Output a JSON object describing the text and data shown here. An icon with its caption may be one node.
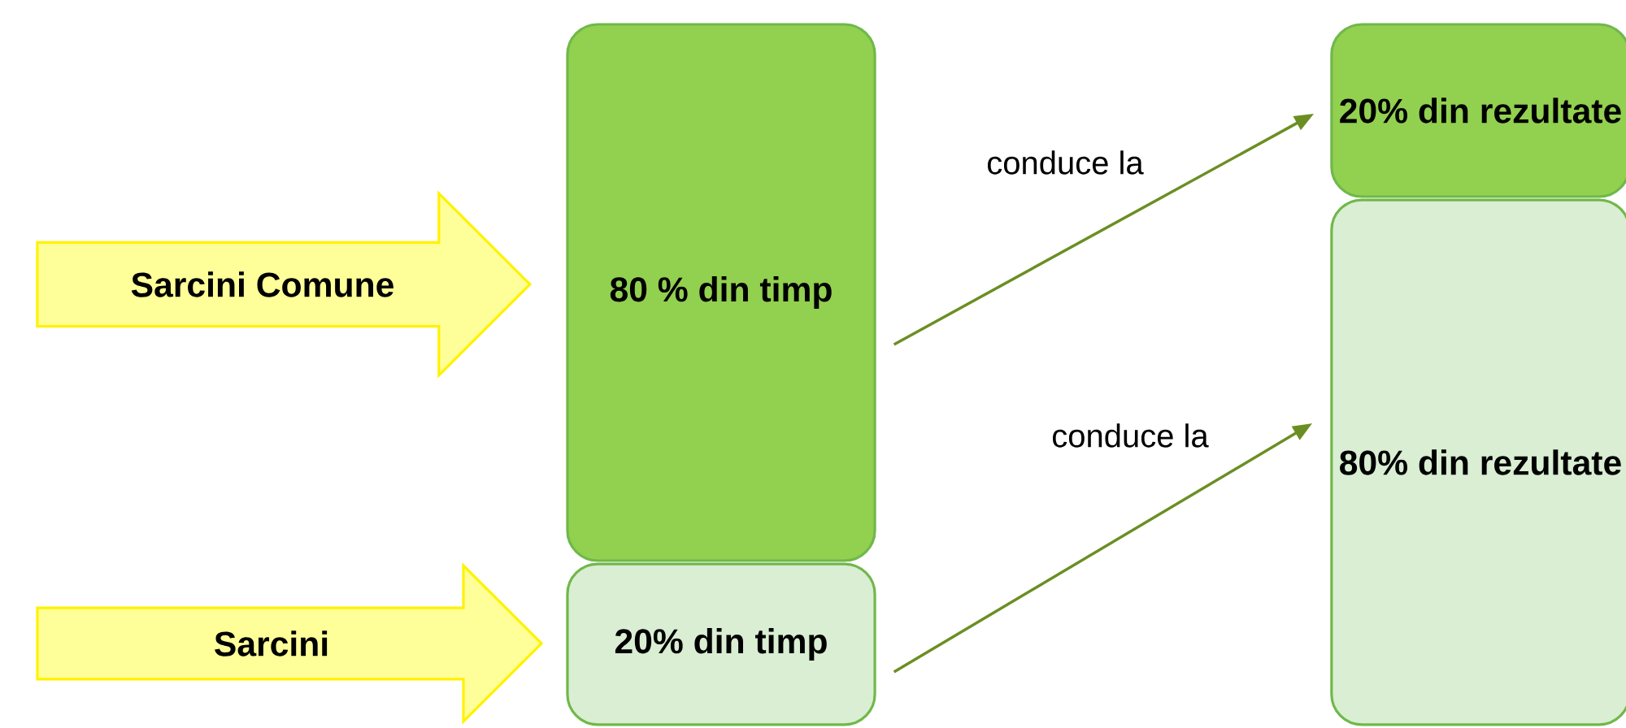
{
  "diagram": {
    "nodes": [
      {
        "text": [
          "Sarcini Comune"
        ]
      },
      {
        "text": [
          "Sarcini"
        ]
      },
      {
        "text": [
          "80 % din timp"
        ]
      },
      {
        "text": [
          "20% din timp"
        ]
      },
      {
        "text": [
          "20% din rezultate"
        ]
      },
      {
        "text": [
          "80% din rezultate"
        ]
      }
    ],
    "edges": [
      {
        "from": 2,
        "to": 4,
        "arrow": "to",
        "label": "conduce la"
      },
      {
        "from": 3,
        "to": 5,
        "arrow": "to",
        "label": "conduce la"
      }
    ]
  }
}
